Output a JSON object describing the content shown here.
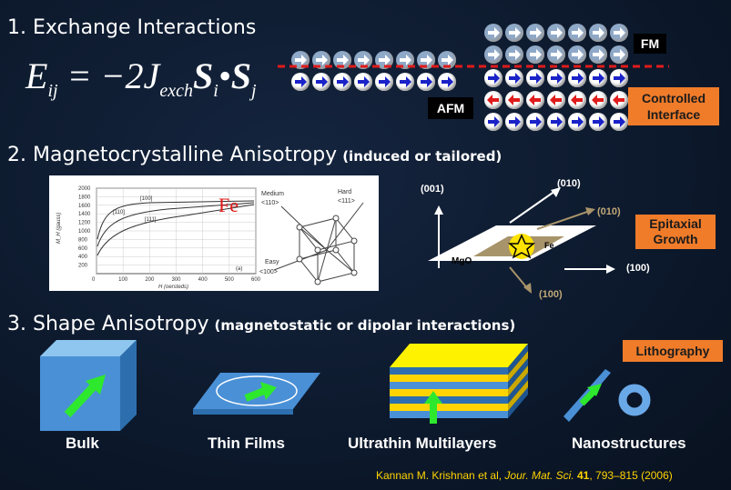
{
  "section1": {
    "number": "1.",
    "title": "Exchange Interactions",
    "fm_label": "FM",
    "afm_label": "AFM",
    "interface_label_1": "Controlled",
    "interface_label_2": "Interface"
  },
  "section2": {
    "number": "2.",
    "title": "Magnetocrystalline Anisotropy",
    "subtitle": "(induced or tailored)",
    "fe_label": "Fe",
    "epitaxial_1": "Epitaxial",
    "epitaxial_2": "Growth",
    "axis_001": "(001)",
    "axis_010_white": "(010)",
    "axis_010_gold": "(010)",
    "axis_100_white": "(100)",
    "axis_100_gold": "(100)",
    "mgo": "MgO",
    "fe_small": "Fe",
    "graph": {
      "y_ticks": [
        "2000",
        "1800",
        "1600",
        "1400",
        "1200",
        "1000",
        "800",
        "600",
        "400",
        "200"
      ],
      "x_ticks": [
        "0",
        "100",
        "200",
        "300",
        "400",
        "500",
        "600"
      ],
      "ylabel": "M_H (gauss)",
      "xlabel": "H (oersteds)",
      "curves": [
        "[100]",
        "[110]",
        "[111]"
      ],
      "panel_tag": "(a)"
    },
    "cube": {
      "medium": "Medium",
      "medium_dir": "<110>",
      "hard": "Hard",
      "hard_dir": "<111>",
      "easy": "Easy",
      "easy_dir": "<100>"
    }
  },
  "section3": {
    "number": "3.",
    "title": "Shape Anisotropy",
    "subtitle": "(magnetostatic or dipolar interactions)",
    "lithography": "Lithography",
    "captions": [
      "Bulk",
      "Thin Films",
      "Ultrathin Multilayers",
      "Nanostructures"
    ]
  },
  "citation": {
    "authors": "Kannan M. Krishnan et al, ",
    "journal": "Jour. Mat. Sci.",
    "volume": " 41",
    "pages": ", 793–815 (2006)"
  },
  "colors": {
    "orange": "#f07c2a",
    "gold": "#ffd400",
    "blue": "#4a8fd8",
    "yellow": "#fff200",
    "green": "#2ee82e",
    "red": "#e01b1b"
  }
}
